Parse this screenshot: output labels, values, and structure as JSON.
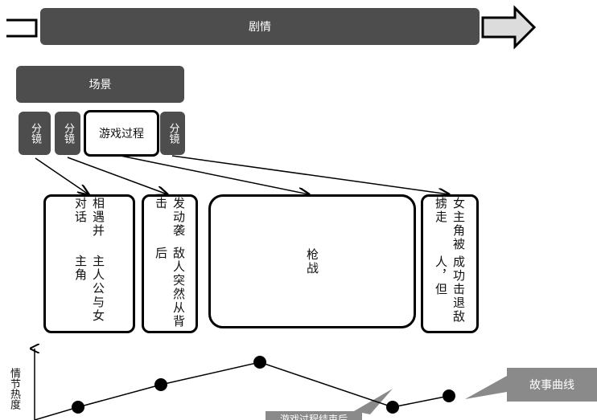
{
  "banner": {
    "label": "剧情"
  },
  "scene": {
    "label": "场景"
  },
  "storyboards": [
    {
      "label": "分镜"
    },
    {
      "label": "分镜"
    },
    {
      "label": "游戏过程"
    },
    {
      "label": "分镜"
    }
  ],
  "beats": [
    {
      "text_col1": "主人公与女主角",
      "text_col2": "相遇并对话"
    },
    {
      "text_col1": "敌人突然从背后",
      "text_col2": "发动袭击"
    },
    {
      "text": "枪战"
    },
    {
      "text_col1": "成功击退敌人，但",
      "text_col2": "女主角被掳走"
    }
  ],
  "chart": {
    "ylabel": "情节热度",
    "callout_label": "故事曲线",
    "bottom_label": "游戏过程结束后"
  },
  "chart_data": {
    "type": "line",
    "x": [
      1,
      2,
      3,
      4,
      5
    ],
    "values": [
      2,
      4,
      6,
      2,
      3
    ],
    "ylabel": "情节热度"
  }
}
